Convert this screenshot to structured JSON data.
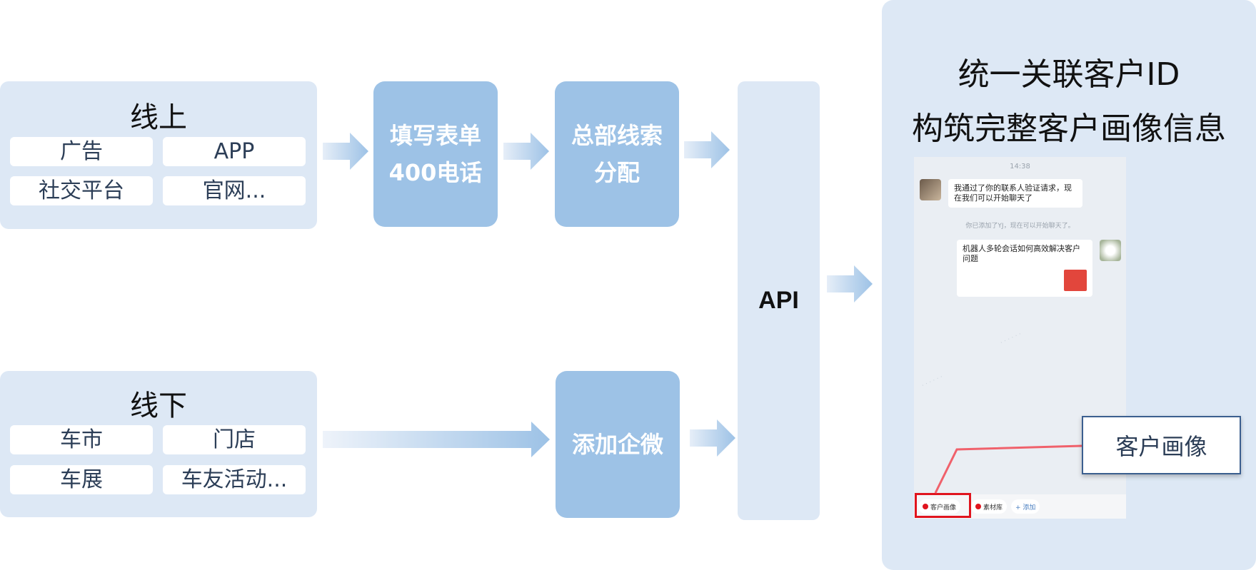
{
  "online": {
    "title": "线上",
    "channels": [
      "广告",
      "APP",
      "社交平台",
      "官网..."
    ]
  },
  "offline": {
    "title": "线下",
    "channels": [
      "车市",
      "门店",
      "车展",
      "车友活动..."
    ]
  },
  "steps": {
    "form": [
      "填写表单",
      "400电话"
    ],
    "hq": [
      "总部线索",
      "分配"
    ],
    "wecom": [
      "添加企微"
    ]
  },
  "api": {
    "label": "API"
  },
  "result": {
    "title_line1": "统一关联客户ID",
    "title_line2": "构筑完整客户画像信息",
    "chat": {
      "time": "14:38",
      "message1": "我通过了你的联系人验证请求，现在我们可以开始聊天了",
      "system_notice": "你已添加了YJ，现在可以开始聊天了。",
      "message2": "机器人多轮会话如何高效解决客户问题",
      "toolbar": [
        "客户画像",
        "素材库",
        "+ 添加"
      ]
    },
    "callout": "客户画像"
  },
  "colors": {
    "panel": "#dde8f5",
    "step": "#9dc2e6",
    "chip_text": "#2c3e57",
    "highlight": "#e0141e",
    "connector": "#f0616b"
  }
}
